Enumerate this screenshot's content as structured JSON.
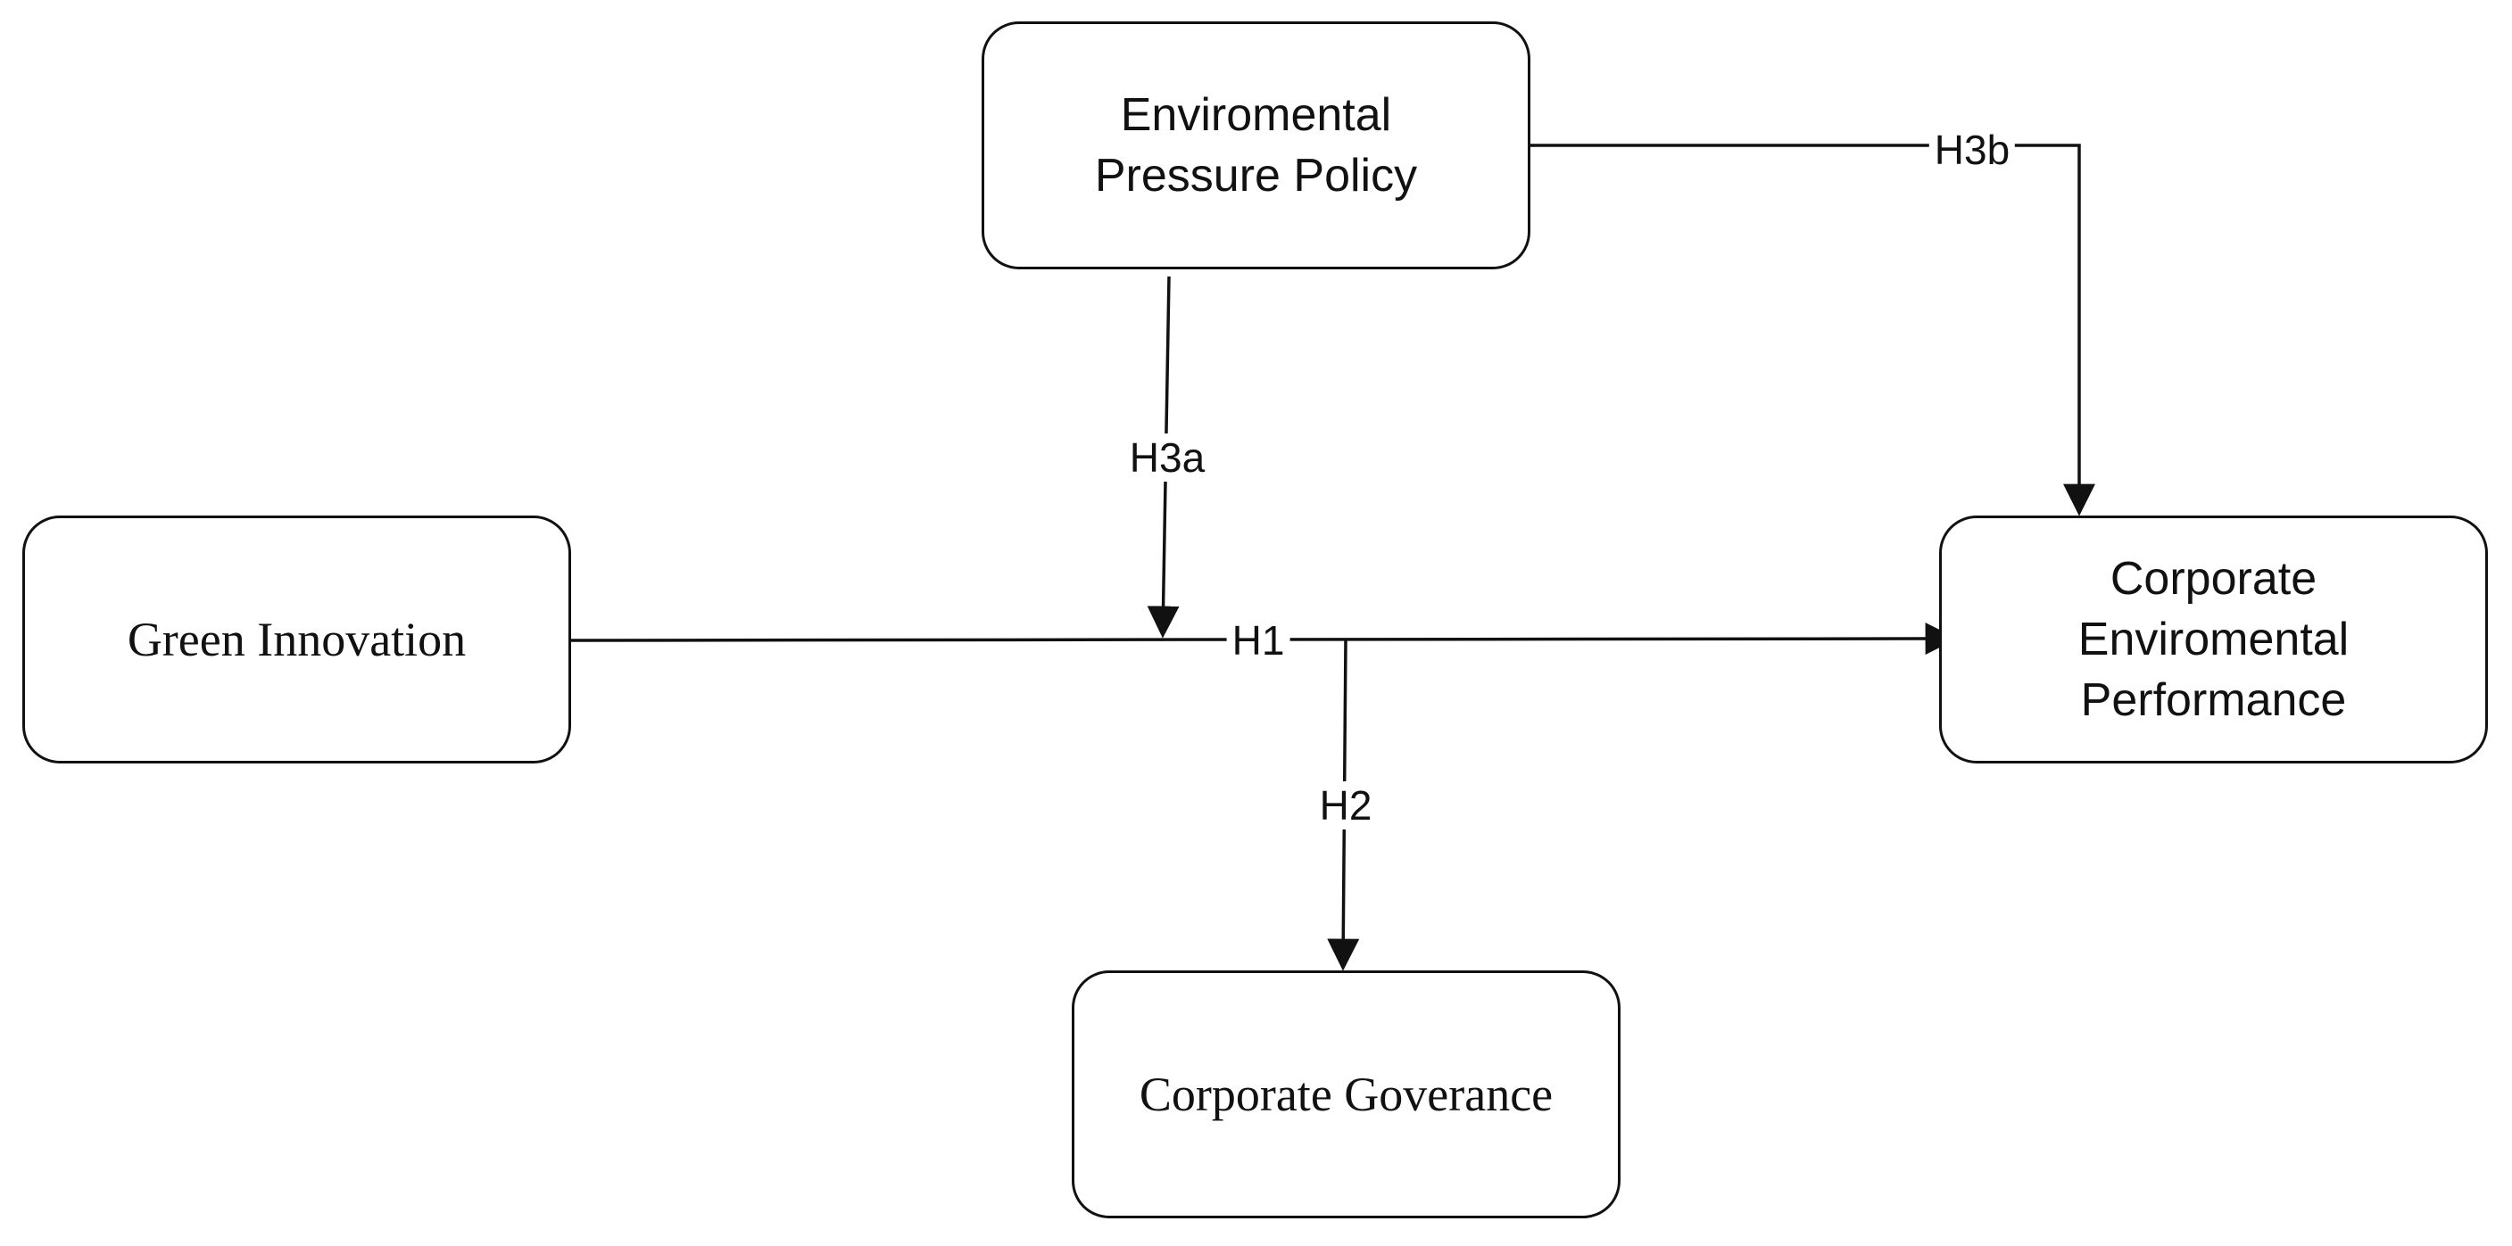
{
  "nodes": {
    "environmental_pressure_policy": "Enviromental\nPressure Policy",
    "green_innovation": "Green Innovation",
    "corporate_environmental_performance": "Corporate\nEnviromental\nPerformance",
    "corporate_governance": "Corporate Goverance"
  },
  "edges": {
    "h1": "H1",
    "h2": "H2",
    "h3a": "H3a",
    "h3b": "H3b"
  },
  "colors": {
    "stroke": "#111111",
    "background": "#ffffff"
  }
}
